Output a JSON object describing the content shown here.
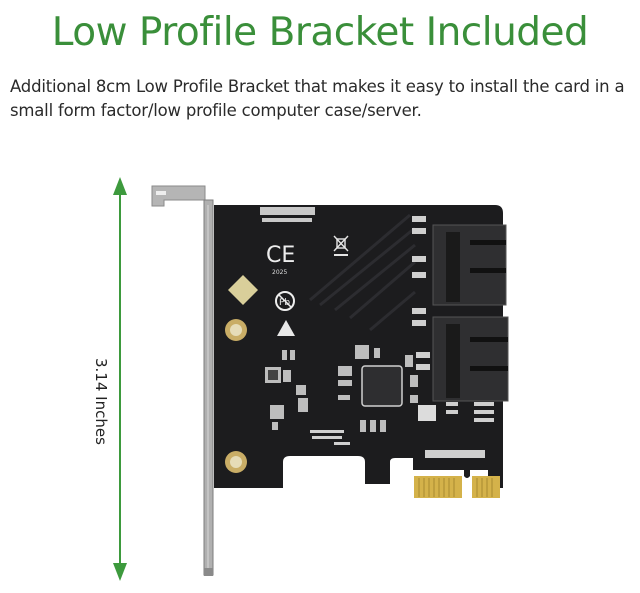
{
  "header": {
    "title": "Low Profile Bracket Included",
    "description": "Additional 8cm Low Profile Bracket that makes it easy to install the card in a small form factor/low profile computer case/server."
  },
  "dimension": {
    "label": "3.14 Inches",
    "arrow_color": "#3d9a3d"
  },
  "product": {
    "type": "PCIe x1 to 2-port SATA expansion card",
    "pcb_color": "#1c1c1e",
    "bracket_color": "#b9b9b9",
    "gold_finger_color": "#d4b24a",
    "markings": [
      "CE",
      "WEEE bin",
      "Pb-free",
      "ESD warning"
    ],
    "ports": 2
  },
  "colors": {
    "title_green": "#3a8f3a",
    "text": "#2a2a2a"
  }
}
